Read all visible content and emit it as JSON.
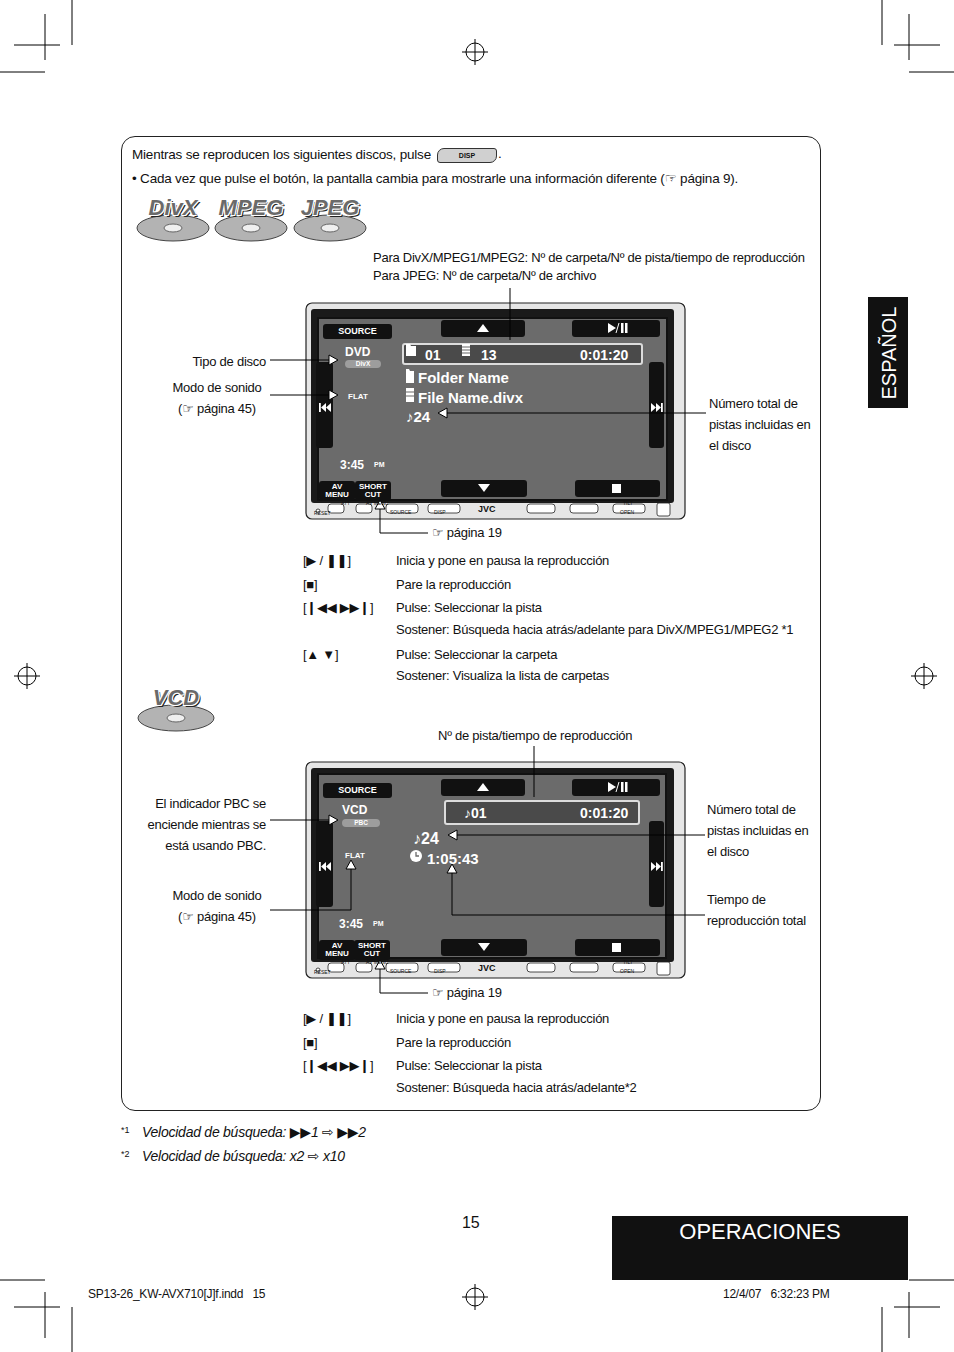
{
  "diagram": {
    "nodes": [
      {
        "text": [
          "Mientras se reproducen los siguientes discos, pulse",
          "• Cada vez que pulse el botón, la pantalla cambia para mostrarle una información diferente (☞ página 9)."
        ]
      },
      {
        "text": [
          "DISP"
        ],
        "in": 0
      },
      {
        "text": [
          "DivX"
        ],
        "in": 0
      },
      {
        "text": [
          "MPEG"
        ],
        "in": 0
      },
      {
        "text": [
          "JPEG"
        ],
        "in": 0
      },
      {
        "text": [
          "DVD",
          "FLAT",
          "Folder Name",
          "File Name.divx",
          "♪24",
          "3:45",
          "PM"
        ],
        "in": 0
      },
      {
        "text": [
          "SOURCE"
        ],
        "in": 5
      },
      {
        "text": [
          "DivX"
        ],
        "in": 5
      },
      {
        "text": [
          "01",
          "13",
          "0:01:20"
        ],
        "in": 5
      },
      {
        "text": [
          "AV MENU"
        ],
        "in": 5
      },
      {
        "text": [
          "SHORT CUT"
        ],
        "in": 5
      },
      {
        "text": [
          "VCD"
        ],
        "in": 0
      },
      {
        "text": [
          "VCD",
          "FLAT",
          "♪24",
          "1:05:43",
          "3:45",
          "PM"
        ],
        "in": 0
      },
      {
        "text": [
          "SOURCE"
        ],
        "in": 12
      },
      {
        "text": [
          "PBC"
        ],
        "in": 12
      },
      {
        "text": [
          "♪01",
          "0:01:20"
        ],
        "in": 12
      },
      {
        "text": [
          "AV MENU"
        ],
        "in": 12
      },
      {
        "text": [
          "SHORT CUT"
        ],
        "in": 12
      },
      {
        "text": [
          "ESPAÑOL"
        ]
      },
      {
        "text": [
          "OPERACIONES"
        ]
      }
    ],
    "labels": [
      ".",
      "Para DivX/MPEG1/MPEG2: Nº de carpeta/Nº de pista/tiempo de reproducción",
      "Para JPEG: Nº de carpeta/Nº de archivo",
      "Tipo de disco",
      "Modo de sonido (☞ página 45)",
      "Número total de pistas incluidas en el disco",
      "☞ página 19",
      "[▶ / ❚❚]",
      "Inicia y pone en pausa la reproducción",
      "[■]",
      "Pare la reproducción",
      "[❙◀◀ ▶▶❙]",
      "Pulse: Seleccionar la pista",
      "Sostener: Búsqueda hacia atrás/adelante para DivX/MPEG1/MPEG2 *1",
      "[▲ ▼]",
      "Pulse: Seleccionar la carpeta",
      "Sostener: Visualiza la lista de carpetas",
      "Nº de pista/tiempo de reproducción",
      "El indicador PBC se enciende mientras se está usando PBC.",
      "Modo de sonido (☞ página 45)",
      "Número total de pistas incluidas en el disco",
      "Tiempo de reproducción total",
      "☞ página 19",
      "[▶ / ❚❚]",
      "Inicia y pone en pausa la reproducción",
      "[■]",
      "Pare la reproducción",
      "[❙◀◀ ▶▶❙]",
      "Pulse: Seleccionar la pista",
      "Sostener: Búsqueda hacia atrás/adelante*2",
      "*1",
      "Velocidad de búsqueda: ▶▶1 ⇨ ▶▶2",
      "*2",
      "Velocidad de búsqueda: x2 ⇨ x10",
      "15",
      "SP13-26_KW-AVX710[J]f.indd   15",
      "12/4/07   6:32:23 PM",
      "RESET",
      "ATT",
      "AV MENU",
      "SOURCE",
      "DISP",
      "JVC",
      "TILT",
      "OPEN",
      "RESET",
      "ATT",
      "AV MENU",
      "SOURCE",
      "DISP",
      "JVC",
      "TILT",
      "OPEN"
    ]
  }
}
